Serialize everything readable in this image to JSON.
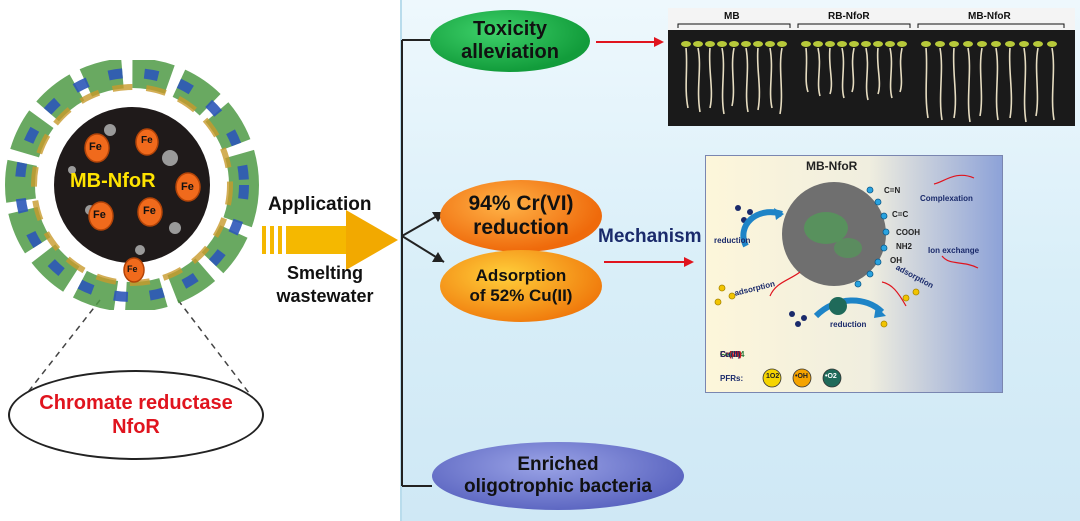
{
  "nanoparticle": {
    "label": "MB-NfoR",
    "fe_labels": [
      "Fe",
      "Fe",
      "Fe",
      "Fe",
      "Fe",
      "Fe"
    ]
  },
  "enzyme": {
    "line1": "Chromate reductase",
    "line2": "NfoR"
  },
  "application": {
    "label": "Application",
    "target_line1": "Smelting",
    "target_line2": "wastewater"
  },
  "outcomes": {
    "toxicity_line1": "Toxicity",
    "toxicity_line2": "alleviation",
    "cr_line1": "94% Cr(VI)",
    "cr_line2": "reduction",
    "cu_line1": "Adsorption",
    "cu_line2": "of 52% Cu(II)",
    "bacteria_line1": "Enriched",
    "bacteria_line2": "oligotrophic bacteria"
  },
  "mechanism_label": "Mechanism",
  "photo": {
    "labels": [
      "MB",
      "RB-NfoR",
      "MB-NfoR"
    ]
  },
  "mechanism_panel": {
    "title": "MB-NfoR",
    "complexation": "Complexation",
    "ion_exchange": "Ion exchange",
    "groups": [
      "C=N",
      "C=C",
      "COOH",
      "NH2",
      "OH"
    ],
    "reduction_left": "reduction",
    "reduction_bottom": "reduction",
    "adsorption_left": "adsorption",
    "adsorption_right": "adsorption",
    "legend": [
      {
        "label": "FeO",
        "color": "#2a7a3a"
      },
      {
        "label": "Fe3O4",
        "color": "#2a7a3a"
      },
      {
        "label": "Cr(VI)",
        "color": "#c8141e"
      },
      {
        "label": "Cr(III)",
        "color": "#c8141e"
      },
      {
        "label": "Cu(II)",
        "color": "#1a2a6b"
      }
    ],
    "pfrs_label": "PFRs:",
    "pfrs": [
      "1O2",
      "•OH",
      "•O2"
    ]
  },
  "colors": {
    "arrow_red": "#e0141e",
    "big_arrow": "#f5b800",
    "line": "#222222"
  }
}
